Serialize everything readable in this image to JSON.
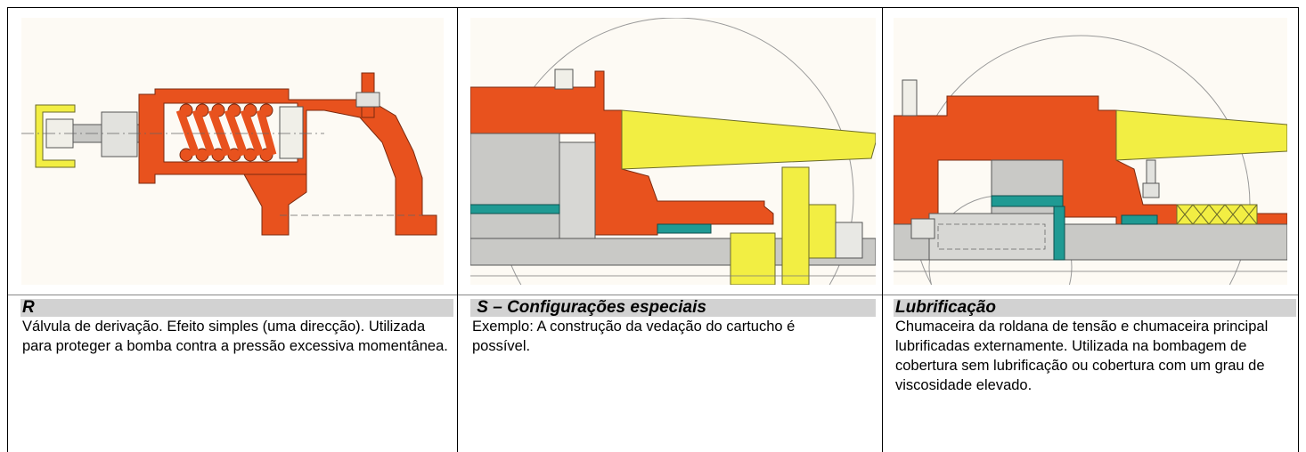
{
  "colors": {
    "orange": "#e8521e",
    "yellow": "#f2ee43",
    "gray": "#c9c9c6",
    "teal": "#1f9a93",
    "caption_bg": "#d2d2d2"
  },
  "cells": [
    {
      "figure": "bypass-valve-drawing",
      "title": "R",
      "text": "Válvula de derivação. Efeito simples (uma direcção). Utilizada para proteger a bomba contra a pressão excessiva momentânea."
    },
    {
      "figure": "cartridge-seal-drawing",
      "title": " S – Configurações especiais",
      "text": "Exemplo: A construção da vedação do cartucho é possível."
    },
    {
      "figure": "lubrication-drawing",
      "title": "Lubrificação",
      "text": "Chumaceira da roldana de tensão e chumaceira principal lubrificadas externamente. Utilizada na bombagem de cobertura sem lubrificação ou cobertura com um grau de viscosidade elevado."
    }
  ]
}
